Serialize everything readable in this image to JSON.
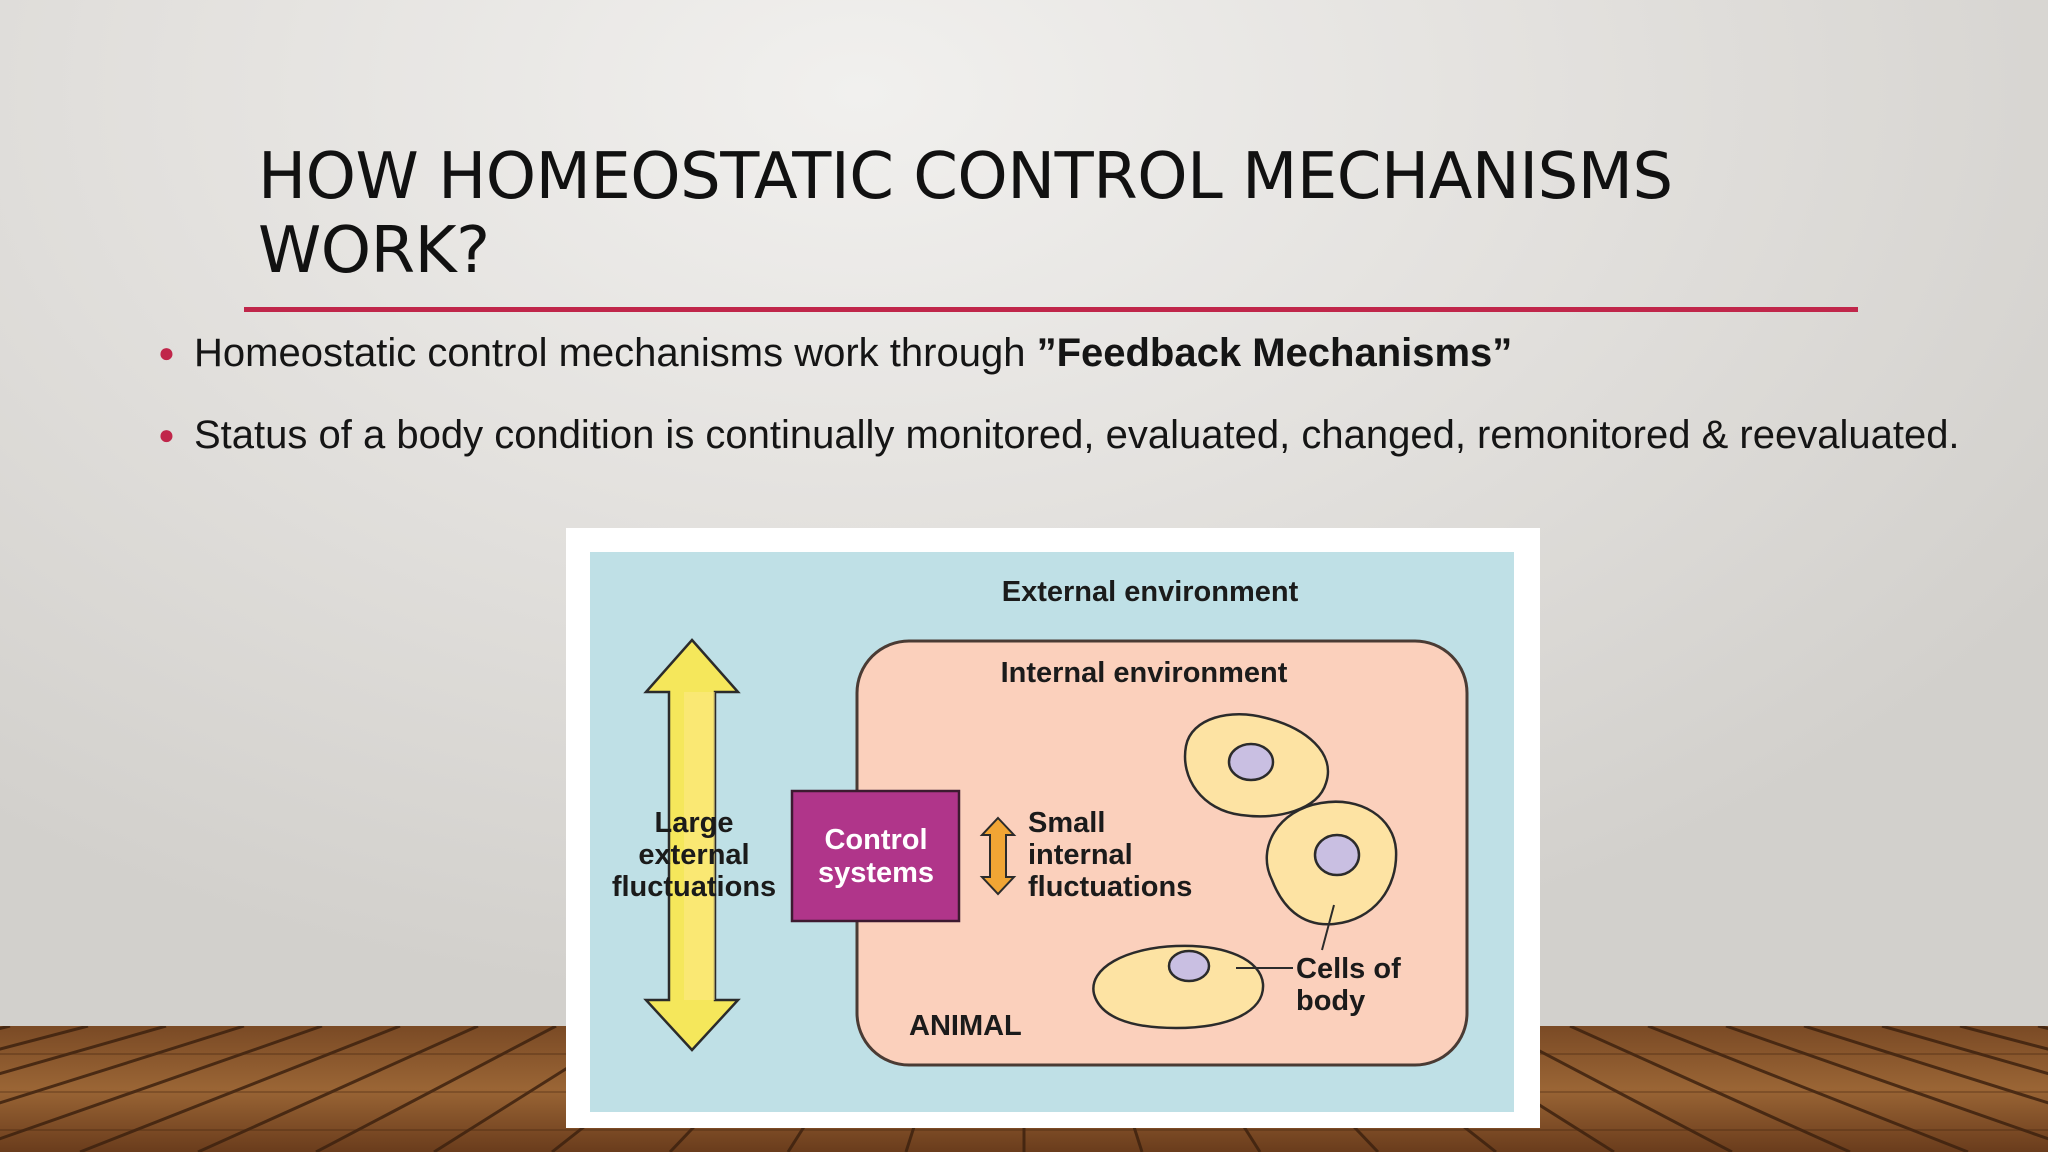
{
  "slide": {
    "title_line1": "HOW HOMEOSTATIC CONTROL MECHANISMS",
    "title_line2": "WORK?",
    "accent_color": "#c0264a"
  },
  "bullets": [
    {
      "text": "Homeostatic control mechanisms work through ",
      "bold": "”Feedback Mechanisms”"
    },
    {
      "text": "Status of a body condition is continually monitored, evaluated, changed, remonitored & reevaluated.",
      "bold": ""
    }
  ],
  "diagram": {
    "external_label": "External environment",
    "internal_label": "Internal environment",
    "large_fluct": [
      "Large",
      "external",
      "fluctuations"
    ],
    "control": [
      "Control",
      "systems"
    ],
    "small_fluct": [
      "Small",
      "internal",
      "fluctuations"
    ],
    "cells": [
      "Cells of",
      "body"
    ],
    "animal_label": "ANIMAL",
    "colors": {
      "external_bg": "#bfe0e6",
      "internal_bg": "#fbd0bc",
      "control_box": "#b0358a",
      "big_arrow": "#f5e75b",
      "small_arrow": "#f1a534",
      "cell_fill": "#fde3a3",
      "nucleus": "#c9bfe2"
    }
  }
}
